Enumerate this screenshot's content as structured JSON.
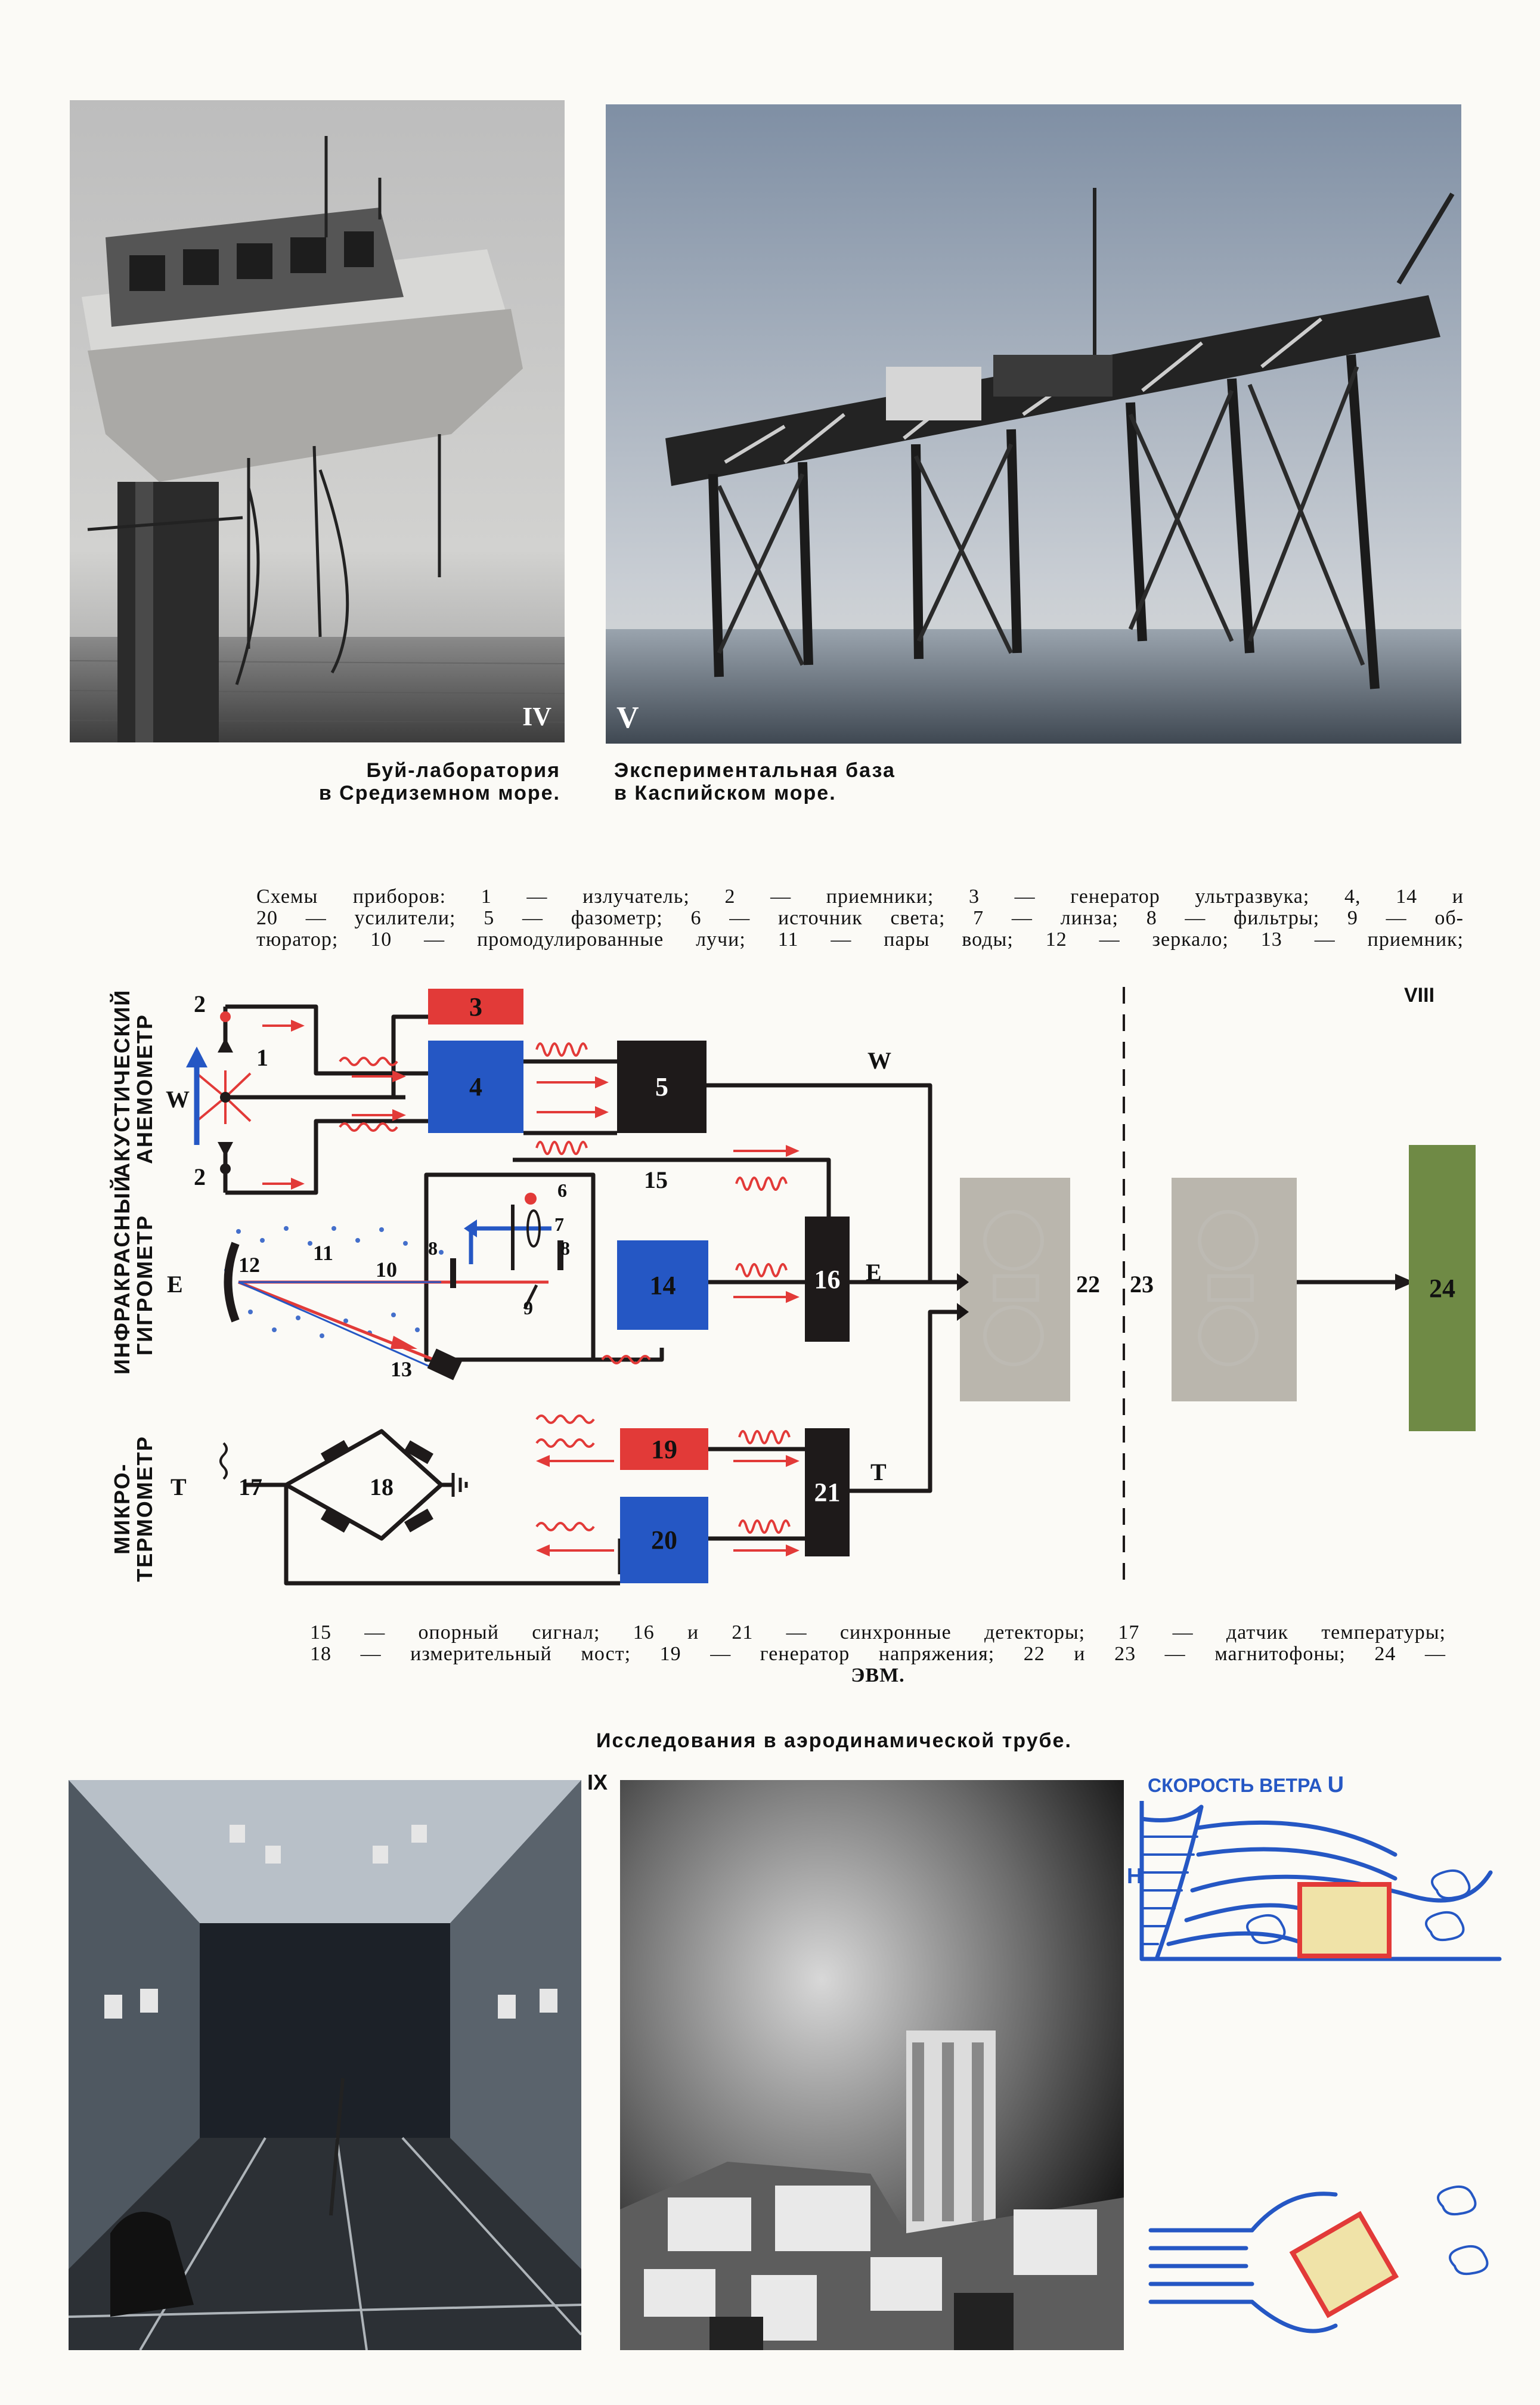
{
  "photos": {
    "iv": {
      "mark": "IV",
      "caption_lines": [
        "Буй-лаборатория",
        "в Средиземном море."
      ]
    },
    "v": {
      "mark": "V",
      "caption_lines": [
        "Экспериментальная база",
        "в Каспийском море."
      ]
    },
    "ix": {
      "mark": "IX"
    }
  },
  "scheme": {
    "legend_top": [
      "Схемы приборов: 1 — излучатель; 2 — приемники; 3 — генератор ультразвука; 4, 14 и",
      "20 — усилители; 5 — фазометр; 6 — источник света; 7 — линза; 8 — фильтры; 9 — об-",
      "тюратор; 10 — промодулированные лучи; 11 — пары воды; 12 — зеркало; 13 — приемник;"
    ],
    "legend_bottom": [
      "15 — опорный сигнал; 16 и 21 — синхронные детекторы; 17 — датчик температуры;",
      "18 — измерительный мост; 19 — генератор напряжения; 22 и 23 — магнитофоны; 24 —",
      "ЭВМ."
    ],
    "figure_mark": "VIII",
    "instrument_labels": {
      "acoustic": [
        "АКУСТИЧЕСКИЙ",
        "АНЕМОМЕТР"
      ],
      "infrared": [
        "ИНФРАКРАСНЫЙ",
        "ГИГРОМЕТР"
      ],
      "micro": [
        "МИКРО-",
        "ТЕРМОМЕТР"
      ]
    },
    "signal_labels": {
      "W": "W",
      "E": "E",
      "T": "T"
    },
    "numbers": {
      "n1": "1",
      "n2a": "2",
      "n2b": "2",
      "n3": "3",
      "n4": "4",
      "n5": "5",
      "n6": "6",
      "n7": "7",
      "n8a": "8",
      "n8b": "8",
      "n9": "9",
      "n10": "10",
      "n11": "11",
      "n12": "12",
      "n13": "13",
      "n14": "14",
      "n15": "15",
      "n16": "16",
      "n17": "17",
      "n18": "18",
      "n19": "19",
      "n20": "20",
      "n21": "21",
      "n22": "22",
      "n23": "23",
      "n24": "24"
    },
    "colors": {
      "red": "#e23a38",
      "blue": "#2557c4",
      "black": "#1e1a1a",
      "gray": "#bdbab3",
      "green": "#6f8a45"
    }
  },
  "wind_tunnel": {
    "title": "Исследования в аэродинамической трубе.",
    "diagram_title": "СКОРОСТЬ ВЕТРА",
    "diagram_symbol": "U",
    "height_symbol": "H"
  }
}
